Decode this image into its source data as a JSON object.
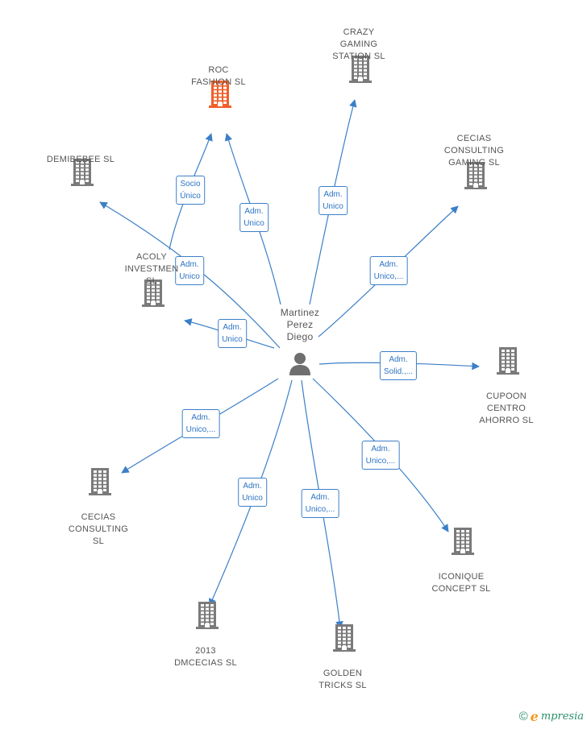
{
  "center": {
    "name": "Martinez\nPerez\nDiego"
  },
  "nodes": [
    {
      "id": "roc",
      "name": "ROC\nFASHION  SL",
      "highlight": true
    },
    {
      "id": "crazy",
      "name": "CRAZY\nGAMING\nSTATION  SL"
    },
    {
      "id": "demibebee",
      "name": "DEMIBEBEE SL"
    },
    {
      "id": "cecias-gaming",
      "name": "CECIAS\nCONSULTING\nGAMING  SL"
    },
    {
      "id": "acoly",
      "name": "ACOLY\nINVESTMEN\nSL"
    },
    {
      "id": "cupoon",
      "name": "CUPOON\nCENTRO\nAHORRO SL"
    },
    {
      "id": "cecias",
      "name": "CECIAS\nCONSULTING\nSL"
    },
    {
      "id": "iconique",
      "name": "ICONIQUE\nCONCEPT  SL"
    },
    {
      "id": "dmcecias",
      "name": "2013\nDMCECIAS SL"
    },
    {
      "id": "golden",
      "name": "GOLDEN\nTRICKS  SL"
    }
  ],
  "edges": [
    {
      "to": "roc",
      "label": "Socio\nÚnico"
    },
    {
      "to": "roc",
      "label": "Adm.\nUnico"
    },
    {
      "to": "crazy",
      "label": "Adm.\nUnico"
    },
    {
      "to": "demibebee",
      "label": "Adm.\nUnico"
    },
    {
      "to": "cecias-gaming",
      "label": "Adm.\nUnico,..."
    },
    {
      "to": "acoly",
      "label": "Adm.\nUnico"
    },
    {
      "to": "cupoon",
      "label": "Adm.\nSolid.,..."
    },
    {
      "to": "cecias",
      "label": "Adm.\nUnico,..."
    },
    {
      "to": "iconique",
      "label": "Adm.\nUnico,..."
    },
    {
      "to": "dmcecias",
      "label": "Adm.\nUnico"
    },
    {
      "to": "golden",
      "label": "Adm.\nUnico,..."
    }
  ],
  "colors": {
    "edge": "#3b7fc8",
    "building": "#7a7a7a",
    "highlight": "#f0602a",
    "person": "#6e6e6e"
  },
  "brand": {
    "copyright": "©",
    "initial": "e",
    "name": "mpresia"
  }
}
